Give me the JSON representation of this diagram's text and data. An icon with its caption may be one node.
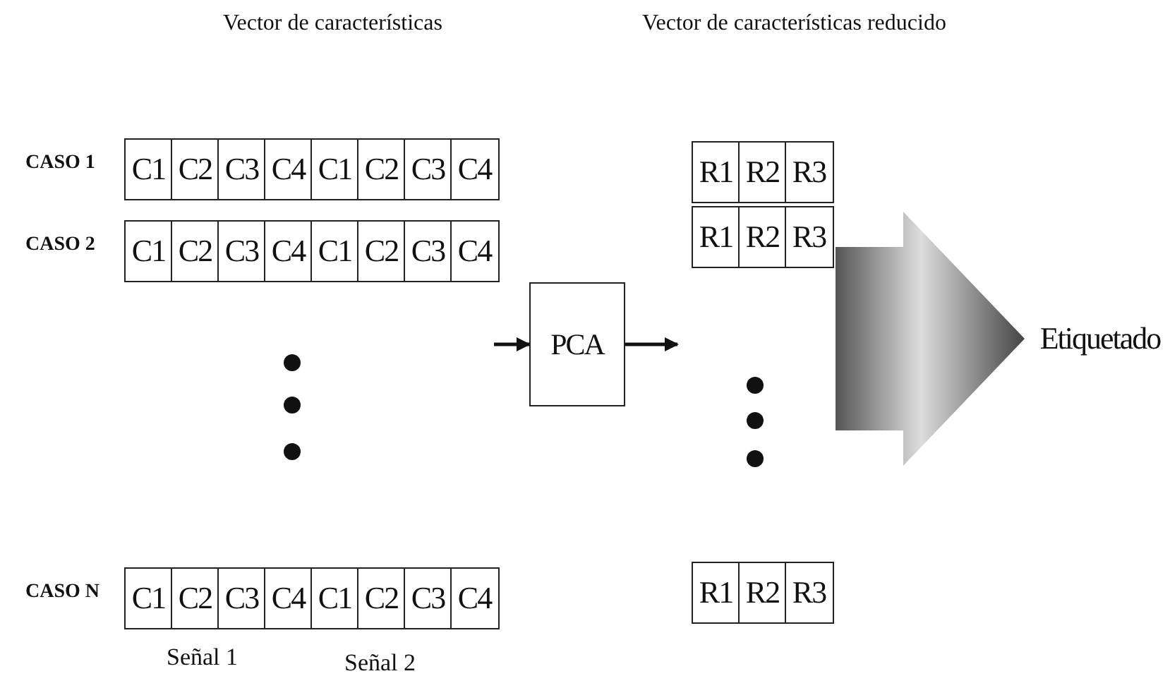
{
  "diagram": {
    "nodes": [
      {
        "text": [
          "C1"
        ]
      },
      {
        "text": [
          "C2"
        ]
      },
      {
        "text": [
          "C3"
        ]
      },
      {
        "text": [
          "C4"
        ]
      },
      {
        "text": [
          "C1"
        ]
      },
      {
        "text": [
          "C2"
        ]
      },
      {
        "text": [
          "C3"
        ]
      },
      {
        "text": [
          "C4"
        ]
      },
      {
        "text": [
          "C1"
        ]
      },
      {
        "text": [
          "C2"
        ]
      },
      {
        "text": [
          "C3"
        ]
      },
      {
        "text": [
          "C4"
        ]
      },
      {
        "text": [
          "C1"
        ]
      },
      {
        "text": [
          "C2"
        ]
      },
      {
        "text": [
          "C3"
        ]
      },
      {
        "text": [
          "C4"
        ]
      },
      {
        "text": [
          "C1"
        ]
      },
      {
        "text": [
          "C2"
        ]
      },
      {
        "text": [
          "C3"
        ]
      },
      {
        "text": [
          "C4"
        ]
      },
      {
        "text": [
          "C1"
        ]
      },
      {
        "text": [
          "C2"
        ]
      },
      {
        "text": [
          "C3"
        ]
      },
      {
        "text": [
          "C4"
        ]
      },
      {
        "text": [
          "PCA"
        ]
      },
      {
        "text": [
          "R1"
        ]
      },
      {
        "text": [
          "R2"
        ]
      },
      {
        "text": [
          "R3"
        ]
      },
      {
        "text": [
          "R1"
        ]
      },
      {
        "text": [
          "R2"
        ]
      },
      {
        "text": [
          "R3"
        ]
      },
      {
        "text": [
          "R1"
        ]
      },
      {
        "text": [
          "R2"
        ]
      },
      {
        "text": [
          "R3"
        ]
      },
      {
        "text": [
          "Etiquetado"
        ]
      }
    ],
    "edges": [
      {
        "from": null,
        "to": 24,
        "arrow": "to"
      },
      {
        "from": 24,
        "to": null,
        "arrow": "to"
      },
      {
        "from": null,
        "to": 34,
        "arrow": "to",
        "style": "thick"
      }
    ],
    "labels": [
      "Vector de características",
      "Vector de características reducido",
      "CASO 1",
      "CASO 2",
      "CASO N",
      "Señal 1",
      "Señal 2"
    ]
  }
}
